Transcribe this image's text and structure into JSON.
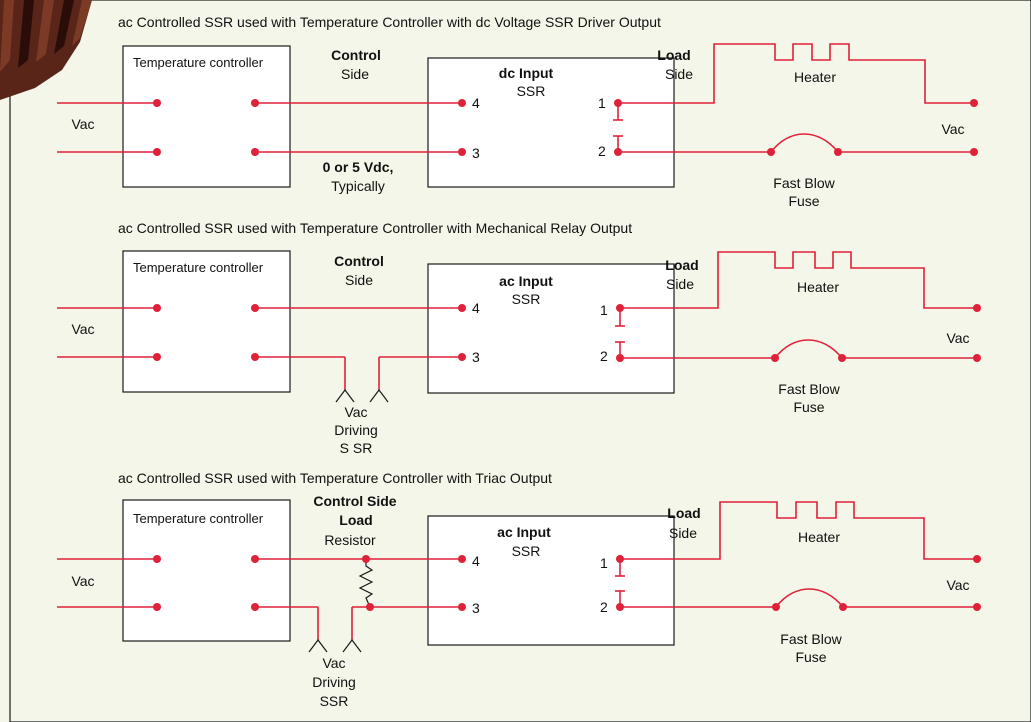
{
  "diagrams": [
    {
      "title": "ac Controlled  SSR used with  Temperature  Controller  with dc Voltage  SSR Driver  Output",
      "controller": "Temperature controller",
      "control_side": [
        "Control",
        "Side"
      ],
      "ssr": [
        "dc Input",
        "SSR"
      ],
      "load_side": [
        "Load",
        "Side"
      ],
      "heater": "Heater",
      "fuse": [
        "Fast Blow",
        "Fuse"
      ],
      "vac_left": "Vac",
      "vac_right": "Vac",
      "pins": [
        "4",
        "3",
        "1",
        "2"
      ],
      "note": [
        "0 or 5 Vdc,",
        "Typically"
      ]
    },
    {
      "title": "ac  Controlled  SSR used with  Temperature  Controller  with  Mechanical Relay Output",
      "controller": "Temperature controller",
      "control_side": [
        "Control",
        "Side"
      ],
      "ssr": [
        "ac Input",
        "SSR"
      ],
      "load_side": [
        "Load",
        "Side"
      ],
      "heater": "Heater",
      "fuse": [
        "Fast Blow",
        "Fuse"
      ],
      "vac_left": "Vac",
      "vac_right": "Vac",
      "pins": [
        "4",
        "3",
        "1",
        "2"
      ],
      "note": [
        "Vac",
        "Driving",
        "S SR"
      ]
    },
    {
      "title": "ac  Controlled  SSR used with  Temperature  Controller  with  Triac Output",
      "controller": "Temperature controller",
      "control_side": [
        "Control Side",
        "Load",
        "Resistor"
      ],
      "ssr": [
        "ac Input",
        "SSR"
      ],
      "load_side": [
        "Load",
        "Side"
      ],
      "heater": "Heater",
      "fuse": [
        "Fast Blow",
        "Fuse"
      ],
      "vac_left": "Vac",
      "vac_right": "Vac",
      "pins": [
        "4",
        "3",
        "1",
        "2"
      ],
      "note": [
        "Vac",
        "Driving",
        "SSR"
      ]
    }
  ],
  "colors": {
    "wire": "#e0213a",
    "background": "#f3f6e8",
    "box_border": "#1a1a1a"
  }
}
